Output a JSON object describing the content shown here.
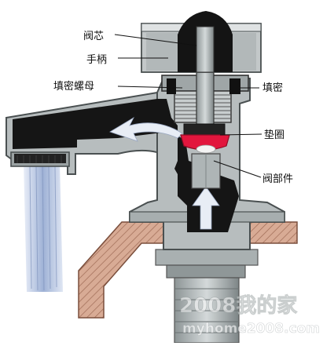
{
  "labels": {
    "valve_core": "阀芯",
    "handle": "手柄",
    "packing_nut": "填密螺母",
    "packing": "填密",
    "washer": "垫圈",
    "valve_part": "阀部件"
  },
  "watermark": {
    "line1": "2008我的家",
    "line2": "myhome2008.com"
  },
  "colors": {
    "body_gray": "#b7bdbe",
    "dark_gray": "#4f5556",
    "black": "#111111",
    "washer_red": "#e2163d",
    "counter_brown": "#cf9e88",
    "water_blue": "#9fb2d6"
  }
}
